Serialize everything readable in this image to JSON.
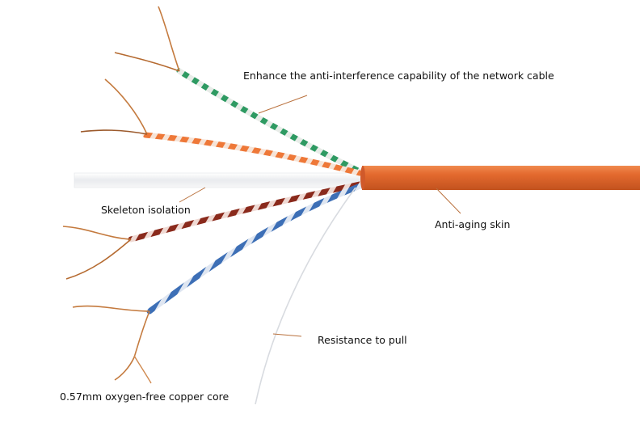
{
  "figure": {
    "type": "annotated product diagram",
    "subject": "network cable cross-section (stripped Cat6)",
    "colors": {
      "background": "#ffffff",
      "jacket": "#e46a2f",
      "jacket_shadow": "#c8541f",
      "skeleton": "#eef0f2",
      "green_pair": "#2e9a62",
      "orange_pair": "#ee7838",
      "brown_pair": "#8a2a1c",
      "blue_pair": "#3d6fb6",
      "copper": "#c47a3e",
      "leader_line": "#b9703c",
      "label_text": "#111111"
    }
  },
  "labels": {
    "anti_interference": "Enhance the anti-interference capability of the network cable",
    "skeleton": "Skeleton isolation",
    "jacket": "Anti-aging skin",
    "pull": "Resistance to pull",
    "copper": "0.57mm oxygen-free copper core"
  }
}
